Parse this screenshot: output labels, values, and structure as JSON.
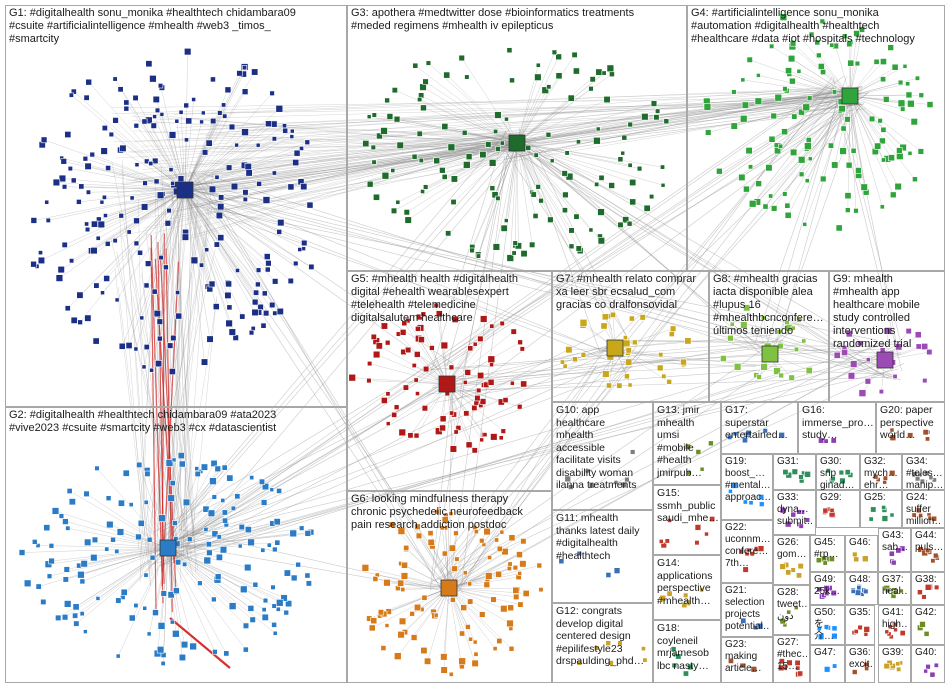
{
  "graph": {
    "colors": {
      "edge": "#8a8a8a",
      "edge_highlight": "#d21a1a",
      "group_border": "#a8a8a8",
      "G1": "#1c2f86",
      "G2": "#2b7cc6",
      "G3": "#1f6b2c",
      "G4": "#2fa43a",
      "G5": "#b01818",
      "G6": "#d77a1a",
      "G7": "#c8a81a",
      "G8": "#7fc241",
      "G9": "#9b4bb3",
      "misc": "#7e7e7e"
    },
    "groups": [
      {
        "id": "G1",
        "label": "G1: #digitalhealth sonu_monika #healthtech chidambara09\n#csuite #artificialintelligence #mhealth #web3 _timos_\n#smartcity"
      },
      {
        "id": "G2",
        "label": "G2: #digitalhealth #healthtech chidambara09 #ata2023\n#vive2023 #csuite #smartcity #web3 #cx #datascientist"
      },
      {
        "id": "G3",
        "label": "G3: apothera #medtwitter dose #bioinformatics treatments\n#meded regimens #mhealth iv epilepticus"
      },
      {
        "id": "G4",
        "label": "G4: #artificialintelligence sonu_monika\n#automation #digitalhealth #healthtech\n#healthcare #data #iot #hospitals #technology"
      },
      {
        "id": "G5",
        "label": "G5: #mhealth health #digitalhealth\ndigital #ehealth wearablesexpert\n#telehealth #telemedicine\ndigitalsalutem healthcare"
      },
      {
        "id": "G6",
        "label": "G6: looking mindfulness therapy\nchronic psychedelic neurofeedback\npain research addiction postdoc"
      },
      {
        "id": "G7",
        "label": "G7: #mhealth relato comprar\nxa leer sbr ecsalud_com\ngracias co dralfonsovidal"
      },
      {
        "id": "G8",
        "label": "G8: #mhealth gracias\niacta disponible alea\n#lupus 16\n#mhealthbcnconfere…\núltimos teniendo"
      },
      {
        "id": "G9",
        "label": "G9: mhealth\n#mhealth app\nhealthcare mobile\nstudy controlled\ninterventions\nrandomized trial"
      },
      {
        "id": "G10",
        "label": "G10: app\nhealthcare\nmhealth\naccessible\nfacilitate visits\ndisability woman\nilanna treatments"
      },
      {
        "id": "G11",
        "label": "G11: mhealth\nthanks latest daily\n#digitalhealth\n#healthtech"
      },
      {
        "id": "G12",
        "label": "G12: congrats\ndevelop digital\ncentered design\n#epilifestyle23\ndrspaulding_phd…"
      },
      {
        "id": "G13",
        "label": "G13: jmir\nmhealth\numsi\n#mobile\n#health\njmirpub…"
      },
      {
        "id": "G14",
        "label": "G14:\napplications\nperspective\n#mhealth…"
      },
      {
        "id": "G15",
        "label": "G15:\nssmh_public\nsaudi_mhe…"
      },
      {
        "id": "G16",
        "label": "G16:\nimmerse_pro…\nstudy…"
      },
      {
        "id": "G17",
        "label": "G17:\nsuperstar\nentertained…"
      },
      {
        "id": "G18",
        "label": "G18:\ncoyleneil\nmrjamesob\nlbc nasty…"
      },
      {
        "id": "G19",
        "label": "G19:\nboost_…\n#mental…\napproac…"
      },
      {
        "id": "G20",
        "label": "G20: paper\nperspective\nworld…"
      },
      {
        "id": "G21",
        "label": "G21:\nselection\nprojects\npotential…"
      },
      {
        "id": "G22",
        "label": "G22:\nuconnm…\nconfere…\n7th…"
      },
      {
        "id": "G23",
        "label": "G23:\nmaking\narticle…"
      },
      {
        "id": "G24",
        "label": "G24:\nsuffer\nmillion…"
      },
      {
        "id": "G25",
        "label": "G25:"
      },
      {
        "id": "G26",
        "label": "G26:\ngom…"
      },
      {
        "id": "G27",
        "label": "G27:\n#thec…\n15…"
      },
      {
        "id": "G28",
        "label": "G28:\ntweet…\nدون"
      },
      {
        "id": "G29",
        "label": "G29:"
      },
      {
        "id": "G30",
        "label": "G30:\nsnp\nginad…"
      },
      {
        "id": "G31",
        "label": "G31:"
      },
      {
        "id": "G32",
        "label": "G32:\nmych…\nehr…"
      },
      {
        "id": "G33",
        "label": "G33:\ndyna…\nsubmit…"
      },
      {
        "id": "G34",
        "label": "G34:\n#teles…\nmanip…"
      },
      {
        "id": "G35",
        "label": "G35:"
      },
      {
        "id": "G36",
        "label": "G36:\nexcit…"
      },
      {
        "id": "G37",
        "label": "G37:\nheal…"
      },
      {
        "id": "G38",
        "label": "G38:"
      },
      {
        "id": "G39",
        "label": "G39:"
      },
      {
        "id": "G40",
        "label": "G40:"
      },
      {
        "id": "G41",
        "label": "G41:\nhigh…"
      },
      {
        "id": "G42",
        "label": "G42:"
      },
      {
        "id": "G43",
        "label": "G43:\nsab…"
      },
      {
        "id": "G44",
        "label": "G44:\npuls…"
      },
      {
        "id": "G45",
        "label": "G45:\n#rp…"
      },
      {
        "id": "G46",
        "label": "G46:"
      },
      {
        "id": "G47",
        "label": "G47:"
      },
      {
        "id": "G48",
        "label": "G48:"
      },
      {
        "id": "G49",
        "label": "G49:\n25k…"
      },
      {
        "id": "G50",
        "label": "G50:\nを介…"
      }
    ]
  }
}
